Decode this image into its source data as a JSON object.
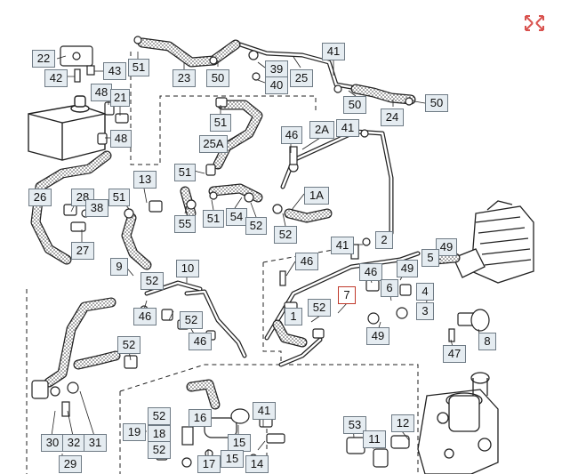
{
  "diagram": {
    "callouts": [
      {
        "id": "c-22",
        "label": "22"
      },
      {
        "id": "c-43",
        "label": "43"
      },
      {
        "id": "c-42",
        "label": "42"
      },
      {
        "id": "c-48a",
        "label": "48"
      },
      {
        "id": "c-21",
        "label": "21"
      },
      {
        "id": "c-48b",
        "label": "48"
      },
      {
        "id": "c-51a",
        "label": "51"
      },
      {
        "id": "c-23",
        "label": "23"
      },
      {
        "id": "c-50a",
        "label": "50"
      },
      {
        "id": "c-39",
        "label": "39"
      },
      {
        "id": "c-40",
        "label": "40"
      },
      {
        "id": "c-25",
        "label": "25"
      },
      {
        "id": "c-41a",
        "label": "41"
      },
      {
        "id": "c-50b",
        "label": "50"
      },
      {
        "id": "c-24",
        "label": "24"
      },
      {
        "id": "c-50c",
        "label": "50"
      },
      {
        "id": "c-51b",
        "label": "51"
      },
      {
        "id": "c-25A",
        "label": "25A"
      },
      {
        "id": "c-46a",
        "label": "46"
      },
      {
        "id": "c-2A",
        "label": "2A"
      },
      {
        "id": "c-41b",
        "label": "41"
      },
      {
        "id": "c-26",
        "label": "26"
      },
      {
        "id": "c-28",
        "label": "28"
      },
      {
        "id": "c-38",
        "label": "38"
      },
      {
        "id": "c-27",
        "label": "27"
      },
      {
        "id": "c-51c",
        "label": "51"
      },
      {
        "id": "c-13",
        "label": "13"
      },
      {
        "id": "c-51d",
        "label": "51"
      },
      {
        "id": "c-55",
        "label": "55"
      },
      {
        "id": "c-51e",
        "label": "51"
      },
      {
        "id": "c-54",
        "label": "54"
      },
      {
        "id": "c-52a",
        "label": "52"
      },
      {
        "id": "c-1A",
        "label": "1A"
      },
      {
        "id": "c-52b",
        "label": "52"
      },
      {
        "id": "c-41c",
        "label": "41"
      },
      {
        "id": "c-2",
        "label": "2"
      },
      {
        "id": "c-49a",
        "label": "49"
      },
      {
        "id": "c-46b",
        "label": "46"
      },
      {
        "id": "c-5",
        "label": "5"
      },
      {
        "id": "c-9",
        "label": "9"
      },
      {
        "id": "c-52c",
        "label": "52"
      },
      {
        "id": "c-10",
        "label": "10"
      },
      {
        "id": "c-46c",
        "label": "46"
      },
      {
        "id": "c-49b",
        "label": "49"
      },
      {
        "id": "c-7",
        "label": "7"
      },
      {
        "id": "c-6",
        "label": "6"
      },
      {
        "id": "c-4",
        "label": "4"
      },
      {
        "id": "c-3",
        "label": "3"
      },
      {
        "id": "c-52d",
        "label": "52"
      },
      {
        "id": "c-46d",
        "label": "46"
      },
      {
        "id": "c-52e",
        "label": "52"
      },
      {
        "id": "c-1",
        "label": "1"
      },
      {
        "id": "c-49c",
        "label": "49"
      },
      {
        "id": "c-8",
        "label": "8"
      },
      {
        "id": "c-46e",
        "label": "46"
      },
      {
        "id": "c-52f",
        "label": "52"
      },
      {
        "id": "c-47",
        "label": "47"
      },
      {
        "id": "c-41d",
        "label": "41"
      },
      {
        "id": "c-52g",
        "label": "52"
      },
      {
        "id": "c-19",
        "label": "19"
      },
      {
        "id": "c-18",
        "label": "18"
      },
      {
        "id": "c-16",
        "label": "16"
      },
      {
        "id": "c-15a",
        "label": "15"
      },
      {
        "id": "c-53",
        "label": "53"
      },
      {
        "id": "c-12",
        "label": "12"
      },
      {
        "id": "c-11",
        "label": "11"
      },
      {
        "id": "c-52h",
        "label": "52"
      },
      {
        "id": "c-17",
        "label": "17"
      },
      {
        "id": "c-15b",
        "label": "15"
      },
      {
        "id": "c-14",
        "label": "14"
      },
      {
        "id": "c-30",
        "label": "30"
      },
      {
        "id": "c-32",
        "label": "32"
      },
      {
        "id": "c-31",
        "label": "31"
      },
      {
        "id": "c-29",
        "label": "29"
      }
    ]
  },
  "toolbar": {
    "expand_icon": "expand-arrows-icon",
    "accent": "#d9534f"
  },
  "colors": {
    "line": "#1a1a1a",
    "callout_bg": "#e5ecf1",
    "callout_border": "#6f7b85",
    "highlight": "#c0392b"
  }
}
